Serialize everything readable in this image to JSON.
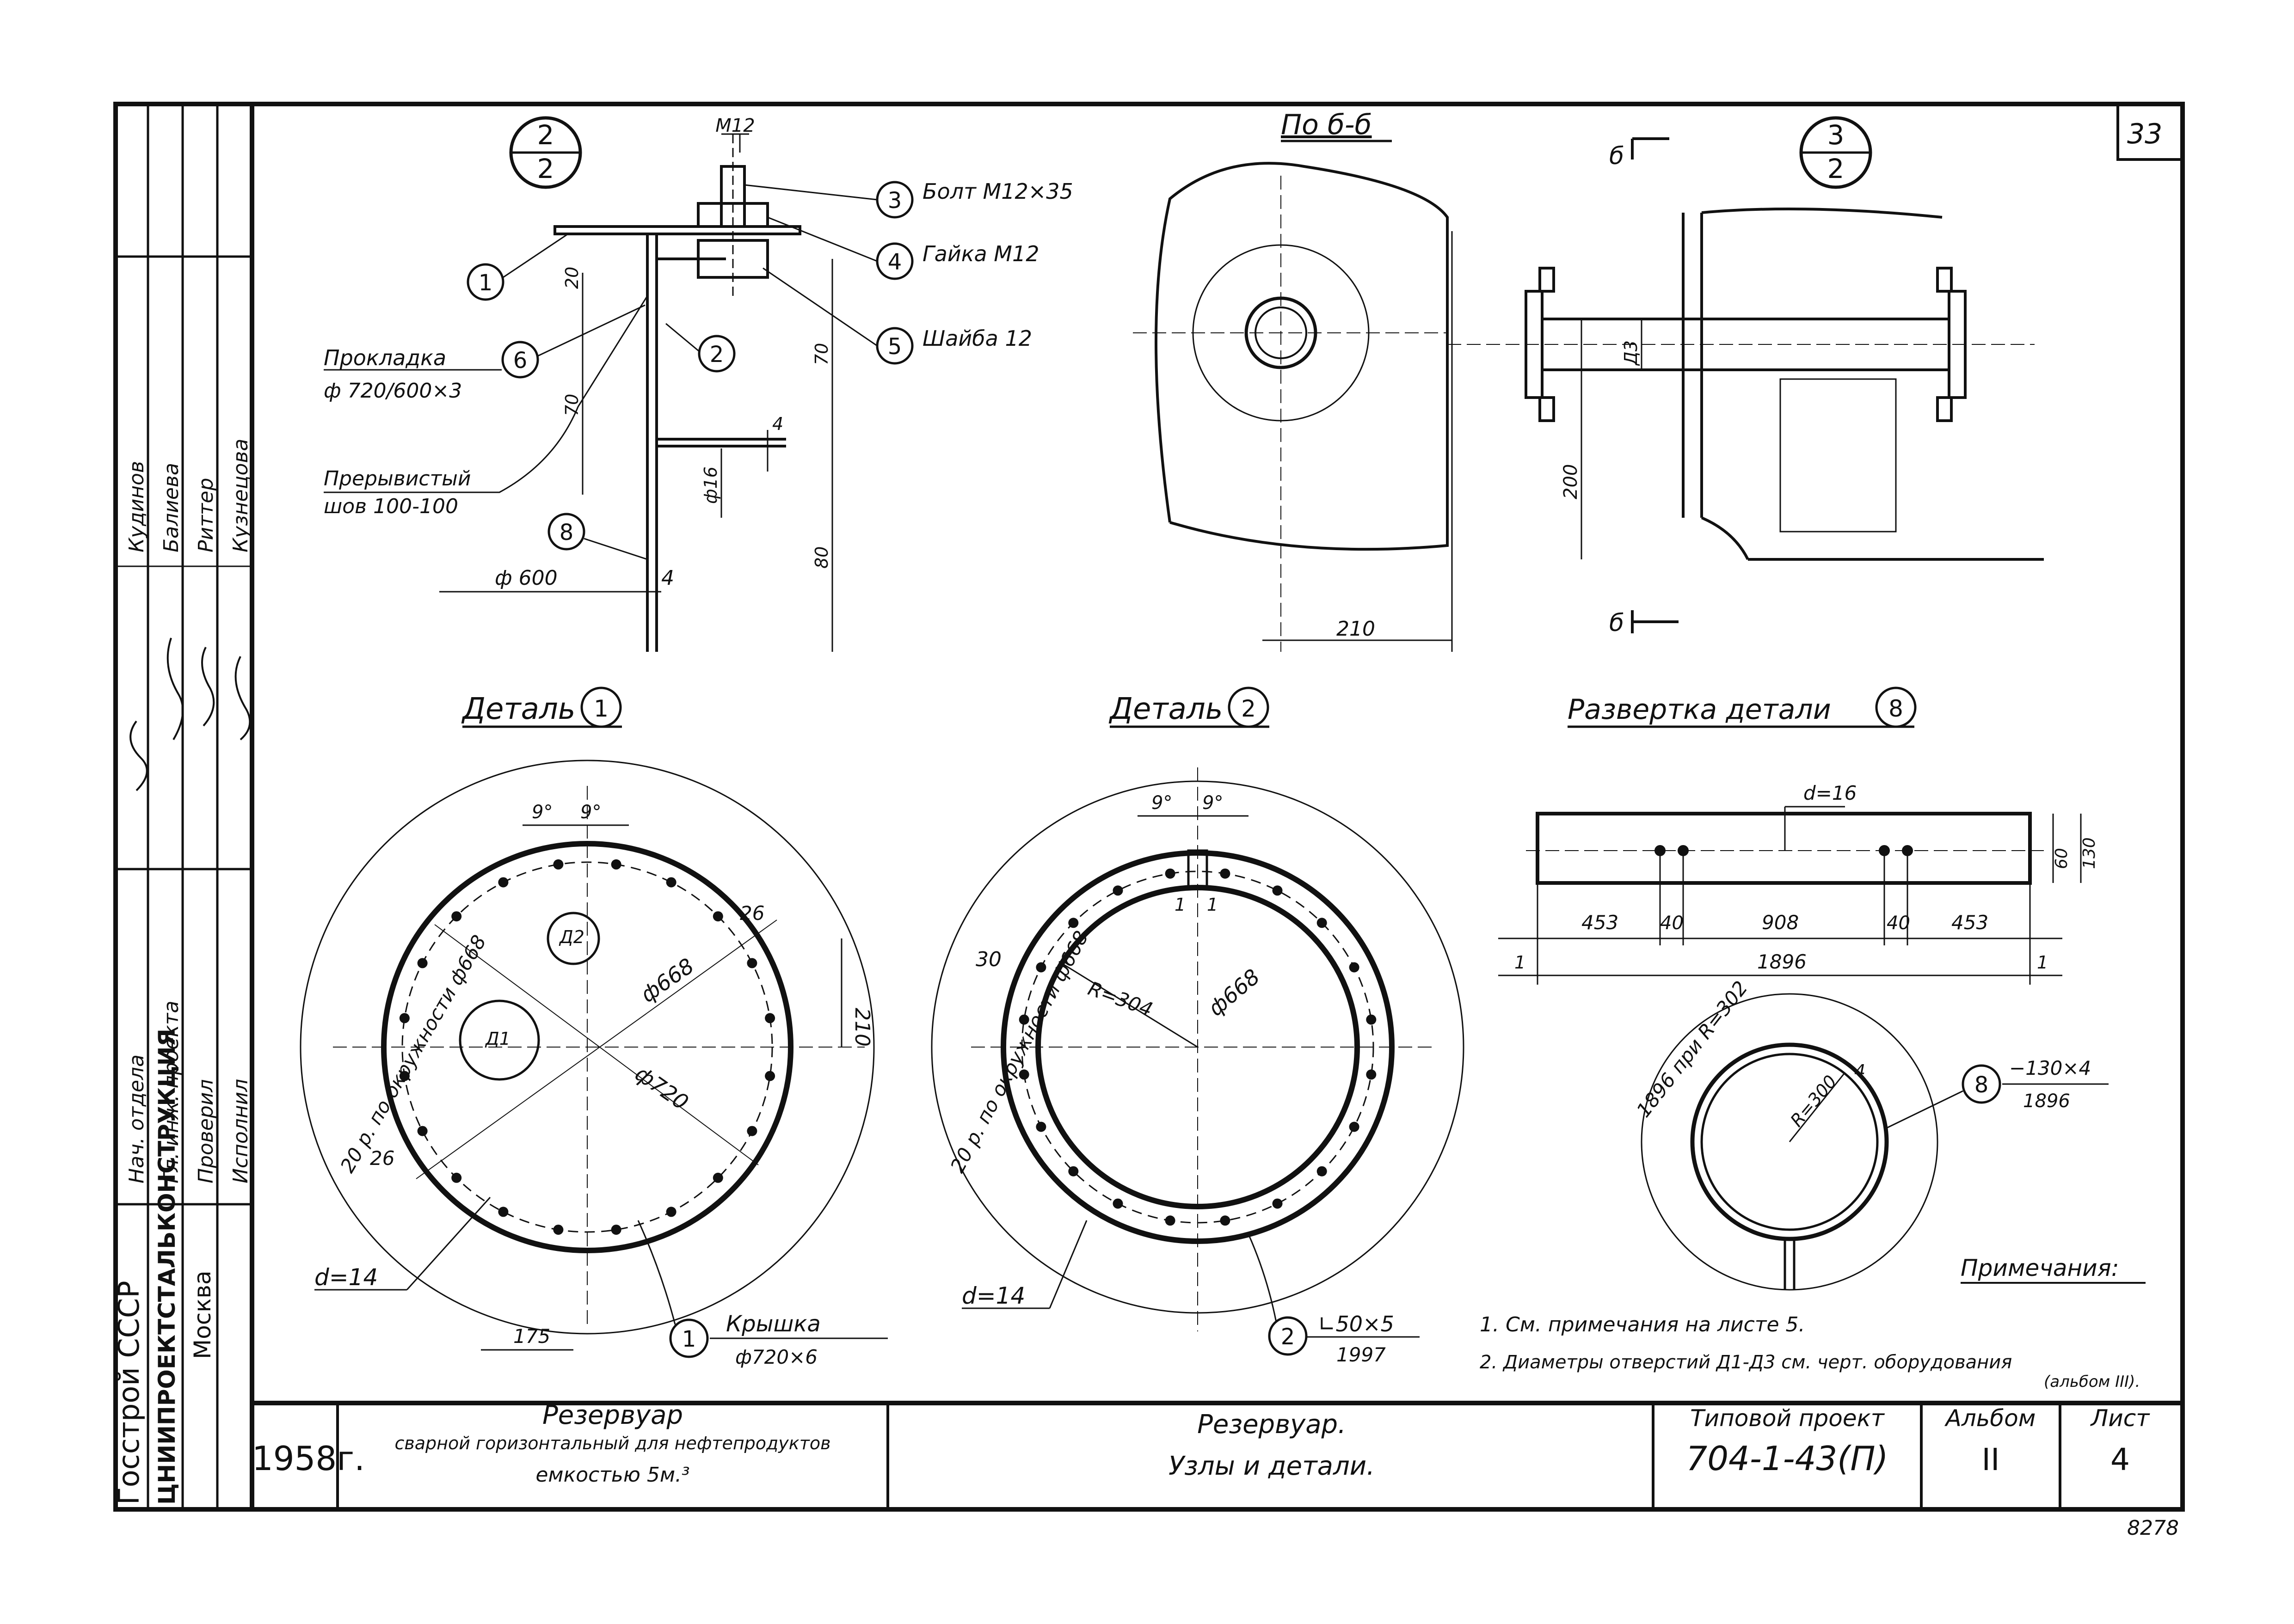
{
  "sheet_number": "33",
  "doc_code": "8278",
  "left_stamp": {
    "org1": "Госстрой СССР",
    "org2": "ЦНИИПРОЕКТСТАЛЬКОНСТРУКЦИЯ",
    "city": "Москва",
    "roles": [
      "Нач. отдела",
      "Гл. инж. проекта",
      "Проверил",
      "Исполнил"
    ],
    "names": [
      "Кудинов",
      "Балиева",
      "Риттер",
      "Кузнецова"
    ]
  },
  "title_block": {
    "year": "1958г.",
    "object_title": "Резервуар",
    "object_sub1": "сварной горизонтальный для нефтепродуктов",
    "object_sub2": "емкостью 5м.³",
    "sheet_title": "Резервуар.",
    "sheet_sub": "Узлы и детали.",
    "project_label": "Типовой проект",
    "project_code": "704-1-43(П)",
    "album_label": "Альбом",
    "album_value": "II",
    "sheet_label": "Лист",
    "sheet_value": "4"
  },
  "node_2_2": {
    "marker_top": "2",
    "marker_bottom": "2",
    "thread": "М12",
    "callouts": [
      {
        "n": "3",
        "text": "Болт М12×35"
      },
      {
        "n": "4",
        "text": "Гайка М12"
      },
      {
        "n": "5",
        "text": "Шайба 12"
      },
      {
        "n": "1",
        "text": ""
      },
      {
        "n": "2",
        "text": ""
      },
      {
        "n": "6",
        "text": "Прокладка"
      },
      {
        "n": "8",
        "text": ""
      }
    ],
    "gasket_size": "ф 720/600×3",
    "weld_label1": "Прерывистый",
    "weld_label2": "шов 100-100",
    "dims": [
      "20",
      "70",
      "70",
      "4",
      "ф16",
      "80",
      "ф 600",
      "4"
    ]
  },
  "view_b": {
    "title": "По б-б",
    "dims": [
      "210"
    ]
  },
  "node_3_2": {
    "marker_top": "3",
    "marker_bottom": "2",
    "section_mark": "б",
    "dims": [
      "Д3",
      "200"
    ]
  },
  "detail_1": {
    "title": "Деталь",
    "num": "1",
    "bolt_circle": "20 р. по окружности ф668",
    "dims": [
      "9°",
      "9°",
      "26",
      "26",
      "ф668",
      "ф720",
      "210",
      "175"
    ],
    "holes": [
      "Д2",
      "Д1"
    ],
    "hole_note": "d=14",
    "callout_n": "1",
    "callout_text": "Крышка",
    "callout_size": "ф720×6"
  },
  "detail_2": {
    "title": "Деталь",
    "num": "2",
    "bolt_circle": "20 р. по окружности ф668",
    "dims": [
      "9°",
      "9°",
      "1",
      "1",
      "30",
      "R=304",
      "ф668"
    ],
    "hole_note": "d=14",
    "callout_n": "2",
    "callout_profile": "∟50×5",
    "callout_len": "1997"
  },
  "development_8": {
    "title": "Развертка детали",
    "num": "8",
    "hole_d": "d=16",
    "dims_bottom": [
      "453",
      "40",
      "908",
      "40",
      "453"
    ],
    "total": "1896",
    "ends": [
      "1",
      "1"
    ],
    "dims_right": [
      "60",
      "130"
    ],
    "ring_note": "1896 при R=302",
    "ring_r": "R=300",
    "ring_t": "4",
    "callout_n": "8",
    "callout_size": "−130×4",
    "callout_len": "1896"
  },
  "notes": {
    "title": "Примечания:",
    "items": [
      "1. См. примечания на листе 5.",
      "2. Диаметры отверстий Д1-Д3 см. черт. оборудования",
      "(альбом III)."
    ]
  }
}
